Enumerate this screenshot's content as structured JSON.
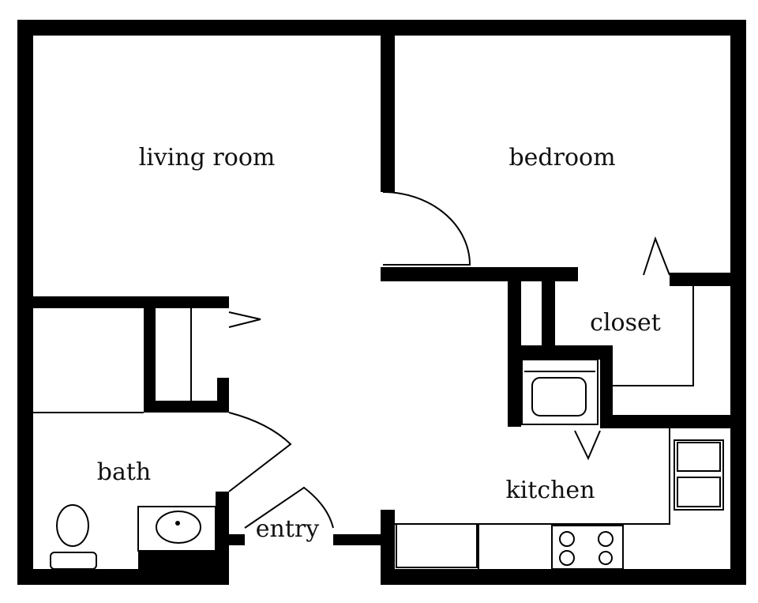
{
  "rooms": {
    "living_room": "living room",
    "bedroom": "bedroom",
    "closet": "closet",
    "bath": "bath",
    "kitchen": "kitchen",
    "entry": "entry"
  },
  "colors": {
    "wall": "#000000",
    "background": "#ffffff"
  }
}
